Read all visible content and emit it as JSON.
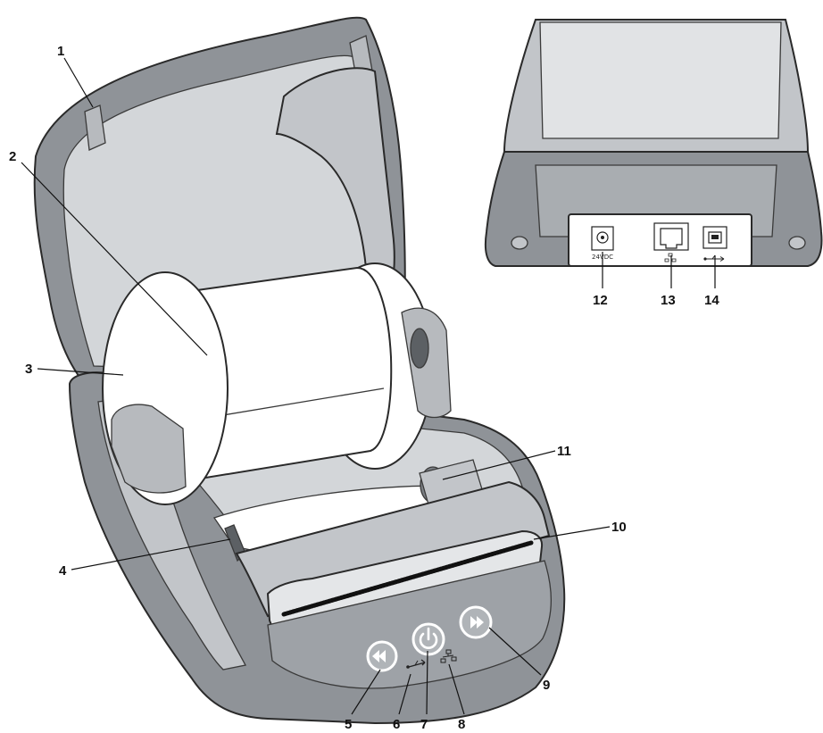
{
  "callouts": [
    {
      "id": "1",
      "label": "1"
    },
    {
      "id": "2",
      "label": "2"
    },
    {
      "id": "3",
      "label": "3"
    },
    {
      "id": "4",
      "label": "4"
    },
    {
      "id": "5",
      "label": "5"
    },
    {
      "id": "6",
      "label": "6"
    },
    {
      "id": "7",
      "label": "7"
    },
    {
      "id": "8",
      "label": "8"
    },
    {
      "id": "9",
      "label": "9"
    },
    {
      "id": "10",
      "label": "10"
    },
    {
      "id": "11",
      "label": "11"
    },
    {
      "id": "12",
      "label": "12"
    },
    {
      "id": "13",
      "label": "13"
    },
    {
      "id": "14",
      "label": "14"
    }
  ],
  "rear_panel": {
    "power_port_text": "24VDC"
  },
  "icons": {
    "usb": "usb-icon",
    "ethernet": "ethernet-icon",
    "power": "power-icon",
    "reverse": "reverse-feed-icon",
    "forward": "forward-feed-icon"
  },
  "colors": {
    "body": "#8f9398",
    "body_light": "#c2c5c9",
    "interior": "#d3d6d9",
    "panel_dark": "#5c6064",
    "button": "#b0b4b8",
    "white": "#ffffff",
    "line": "#1a1a1a"
  }
}
